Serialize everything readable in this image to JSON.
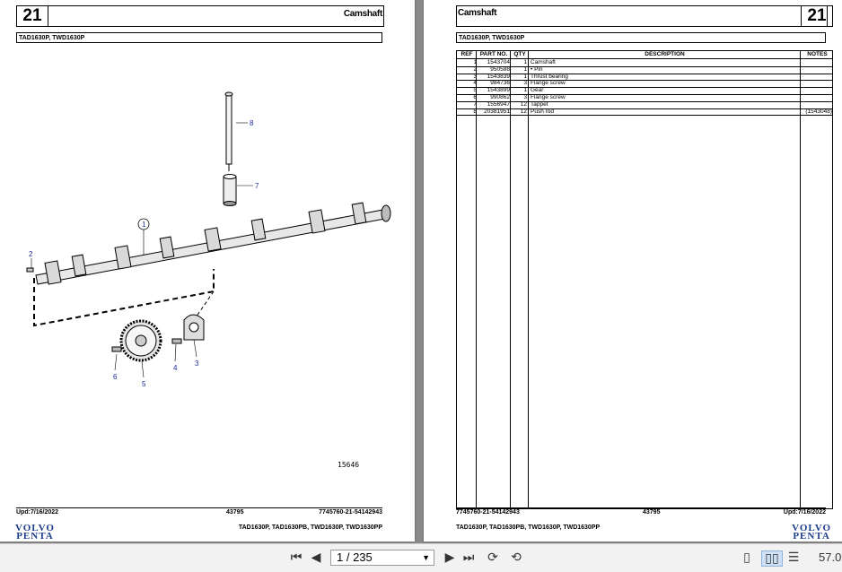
{
  "left_page": {
    "page_number": "21",
    "title": "Camshaft",
    "models": "TAD1630P, TWD1630P",
    "callouts": [
      "1",
      "2",
      "3",
      "4",
      "5",
      "6",
      "7",
      "8"
    ],
    "figure_number": "15646",
    "footer": {
      "updated": "Upd:7/16/2022",
      "code": "43795",
      "doc_ref": "7745760-21-54142943",
      "models": "TAD1630P, TAD1630PB, TWD1630P, TWD1630PP"
    },
    "logo": [
      "VOLVO",
      "PENTA"
    ]
  },
  "right_page": {
    "page_number": "21",
    "title": "Camshaft",
    "models": "TAD1630P, TWD1630P",
    "table": {
      "headers": {
        "ref": "REF",
        "part": "PART NO.",
        "qty": "QTY",
        "desc": "DESCRIPTION",
        "notes": "NOTES"
      },
      "rows": [
        {
          "ref": "1",
          "part": "1543704",
          "qty": "1",
          "desc": "Camshaft",
          "notes": ""
        },
        {
          "ref": "2",
          "part": "950588",
          "qty": "1",
          "desc": "• Pin",
          "notes": ""
        },
        {
          "ref": "3",
          "part": "1543839",
          "qty": "1",
          "desc": "Thrust bearing",
          "notes": ""
        },
        {
          "ref": "4",
          "part": "984736",
          "qty": "3",
          "desc": "Flange screw",
          "notes": ""
        },
        {
          "ref": "5",
          "part": "1543899",
          "qty": "1",
          "desc": "Gear",
          "notes": ""
        },
        {
          "ref": "6",
          "part": "990862",
          "qty": "3",
          "desc": "Flange screw",
          "notes": ""
        },
        {
          "ref": "7",
          "part": "1556947",
          "qty": "12",
          "desc": "Tappet",
          "notes": ""
        },
        {
          "ref": "8",
          "part": "20381951",
          "qty": "12",
          "desc": "Push rod",
          "notes": "(1543048)"
        }
      ]
    },
    "footer": {
      "doc_ref": "7745760-21-54142943",
      "code": "43795",
      "updated": "Upd:7/16/2022",
      "models": "TAD1630P, TAD1630PB, TWD1630P, TWD1630PP"
    },
    "logo": [
      "VOLVO",
      "PENTA"
    ]
  },
  "toolbar": {
    "page_field": "1 / 235",
    "zoom": "57.0",
    "icons": [
      "first-page-icon",
      "prev-page-icon",
      "next-page-icon",
      "last-page-icon",
      "rotate-icon",
      "rotate-back-icon",
      "single-page-icon",
      "two-page-icon",
      "scroll-icon"
    ]
  }
}
